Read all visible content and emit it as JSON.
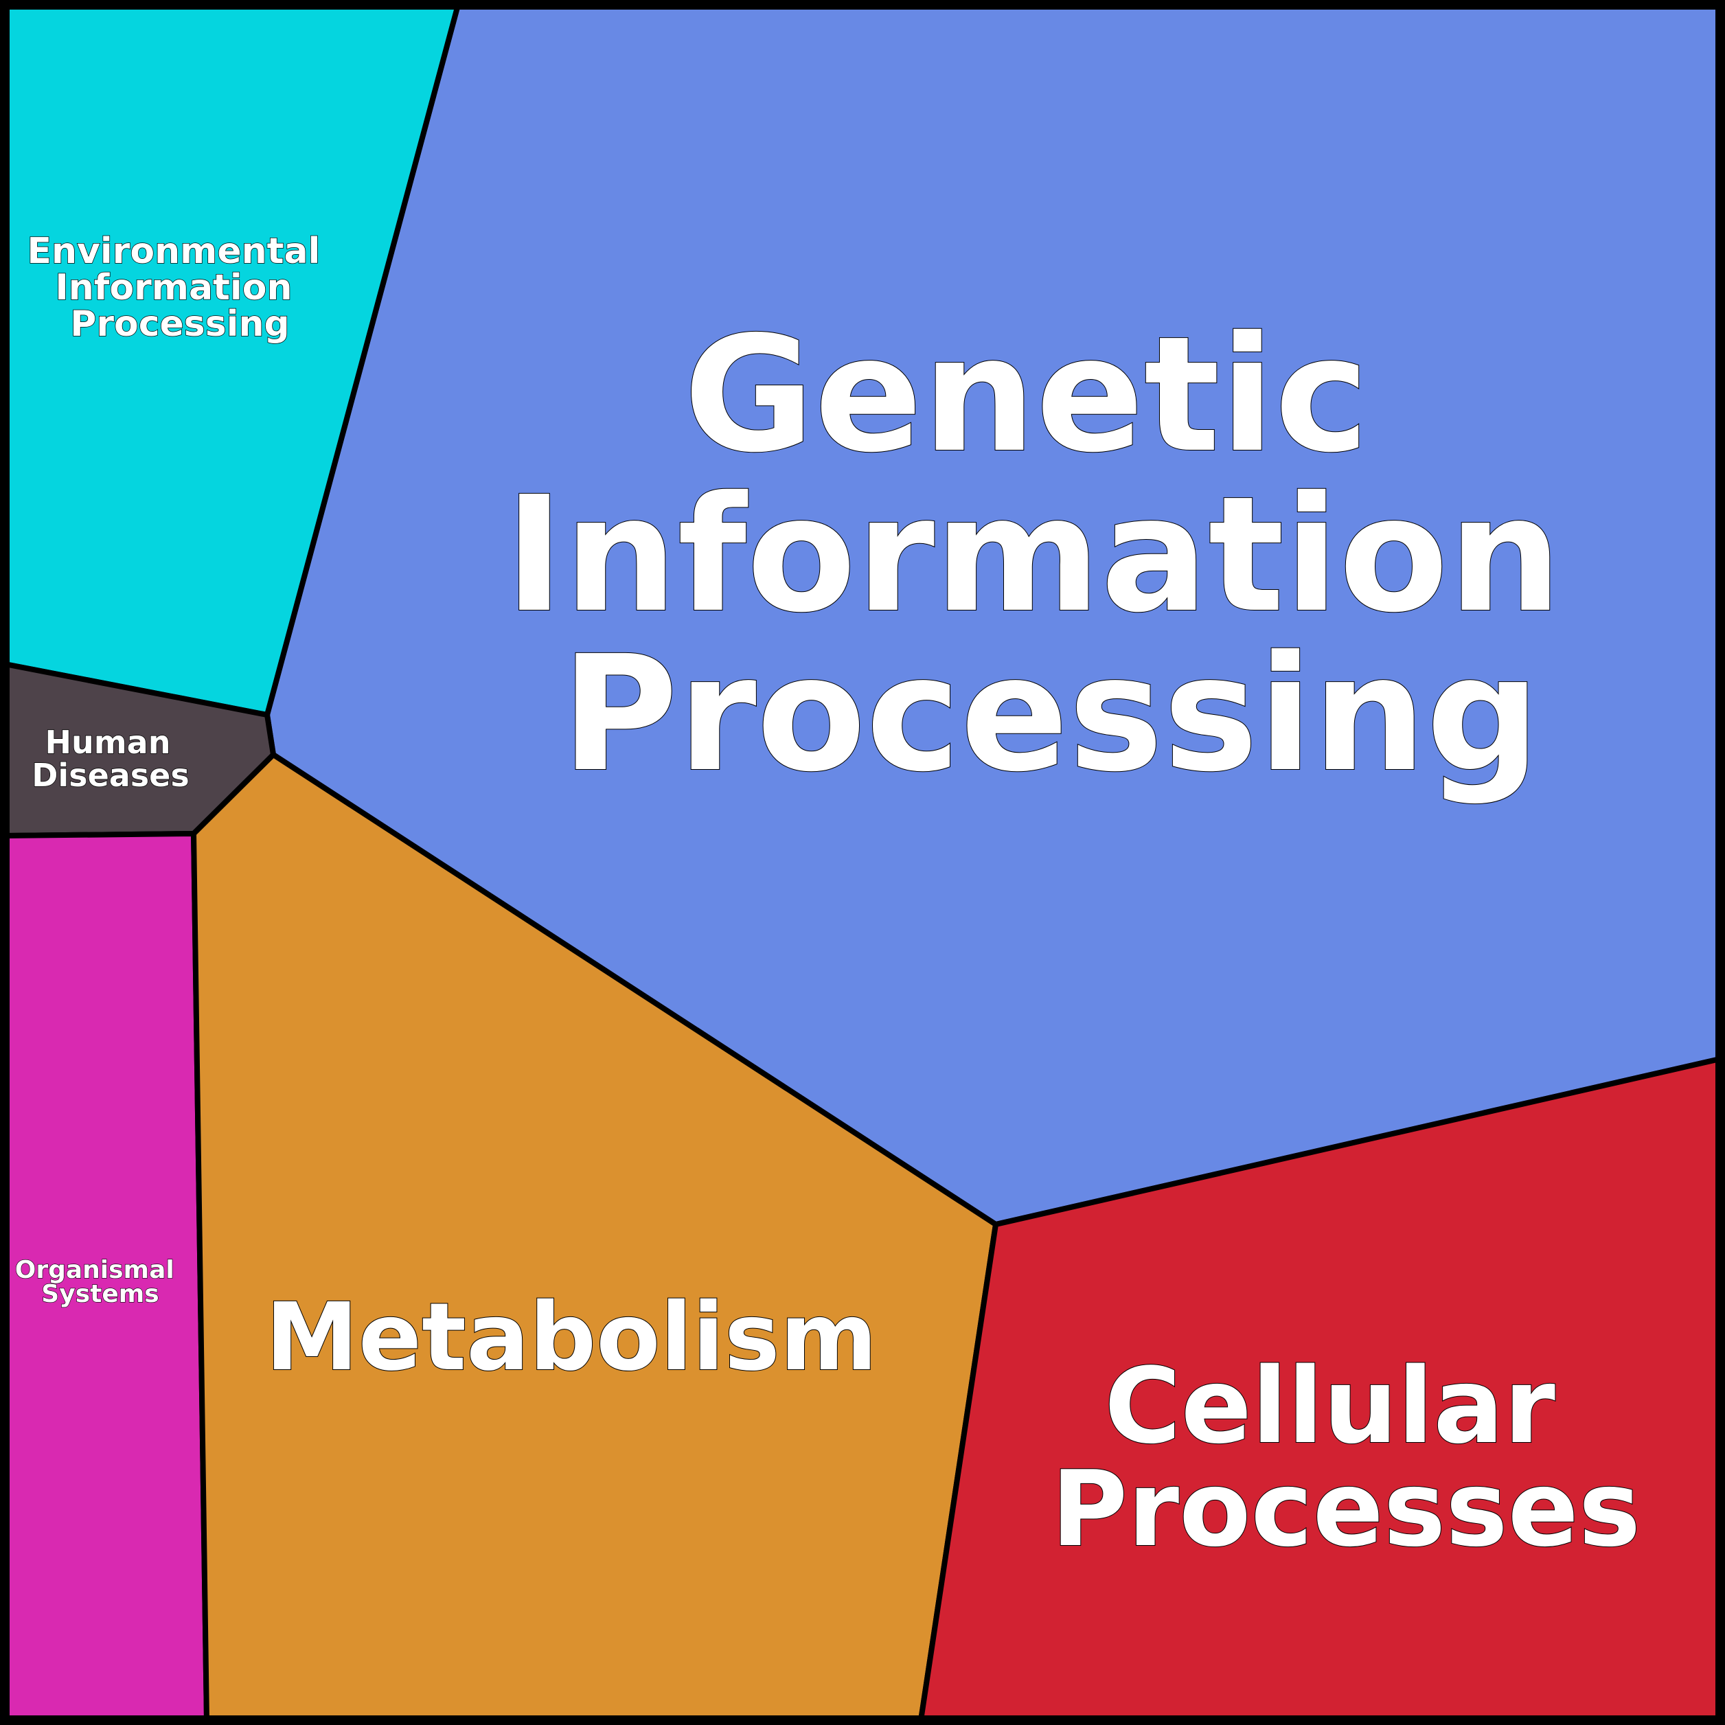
{
  "diagram": {
    "type": "voronoi-treemap",
    "regions": [
      {
        "id": "genetic-information-processing",
        "label_lines": [
          "Genetic",
          "Information",
          "Processing"
        ],
        "color": "#6889E5"
      },
      {
        "id": "environmental-information-processing",
        "label_lines": [
          "Environmental",
          "Information",
          "Processing"
        ],
        "color": "#05D5DF"
      },
      {
        "id": "human-diseases",
        "label_lines": [
          "Human",
          "Diseases"
        ],
        "color": "#4E434A"
      },
      {
        "id": "organismal-systems",
        "label_lines": [
          "Organismal",
          "Systems"
        ],
        "color": "#D929B1"
      },
      {
        "id": "metabolism",
        "label_lines": [
          "Metabolism"
        ],
        "color": "#DB912F"
      },
      {
        "id": "cellular-processes",
        "label_lines": [
          "Cellular",
          "Processes"
        ],
        "color": "#D22232"
      }
    ]
  }
}
